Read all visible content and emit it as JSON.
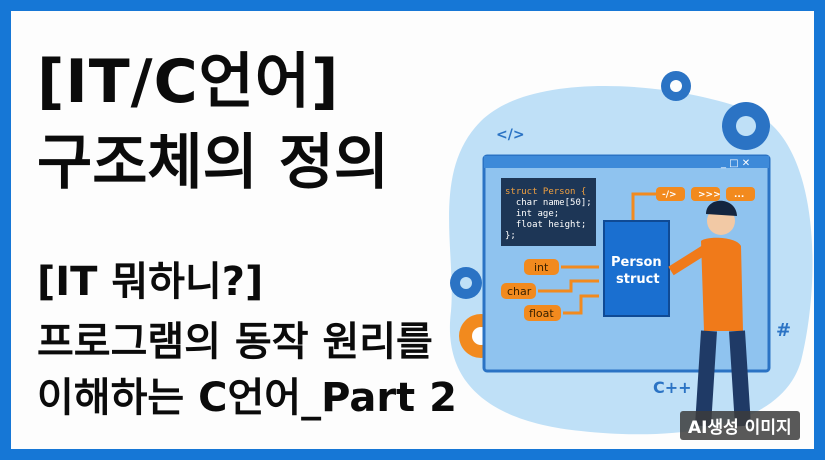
{
  "title": {
    "line1": "[IT/C언어]",
    "line2": "구조체의 정의"
  },
  "subtitle": {
    "line1": "[IT 뭐하니?]",
    "line2": "프로그램의 동작 원리를",
    "line3": "이해하는 C언어_Part 2"
  },
  "illustration": {
    "code_lines": [
      "struct Person {",
      "  char name[50];",
      "  int age;",
      "  float height;",
      "};"
    ],
    "struct_label": [
      "Person",
      "struct"
    ],
    "type_labels": [
      "int",
      "char",
      "float"
    ],
    "flow_labels": [
      "-/>",
      ">>>",
      "..."
    ],
    "symbols": [
      "</>",
      "#",
      "C++"
    ]
  },
  "badge": "AI생성 이미지",
  "colors": {
    "frame": "#1677d6",
    "accent": "#f28a1e",
    "cube": "#1a6fd0"
  }
}
